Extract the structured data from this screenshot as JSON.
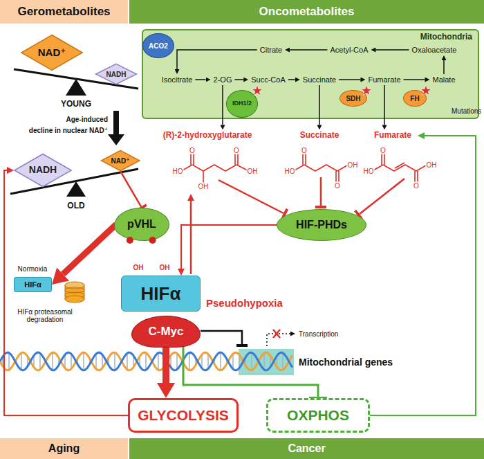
{
  "diagram": {
    "nodes": [
      {
        "text": [
          "Gerometabolites"
        ]
      },
      {
        "text": [
          "Oncometabolites"
        ]
      },
      {
        "text": [
          "Mitochondria"
        ]
      },
      {
        "text": [
          "ACO2"
        ],
        "in": 2
      },
      {
        "text": [
          "IDH1/2"
        ],
        "in": 2
      },
      {
        "text": [
          "SDH"
        ],
        "in": 2
      },
      {
        "text": [
          "FH"
        ],
        "in": 2
      },
      {
        "text": [
          "NAD⁺"
        ]
      },
      {
        "text": [
          "NADH"
        ]
      },
      {
        "text": [
          "NADH"
        ]
      },
      {
        "text": [
          "NAD⁺"
        ]
      },
      {
        "text": [
          "pVHL"
        ]
      },
      {
        "text": [
          "HIF-PHDs"
        ]
      },
      {
        "text": [
          "HIFα"
        ]
      },
      {
        "text": [
          "C-Myc"
        ]
      },
      {
        "text": [
          "HIFα"
        ]
      },
      {
        "text": [
          "GLYCOLYSIS"
        ]
      },
      {
        "text": [
          "OXPHOS"
        ]
      },
      {
        "text": [
          "Aging"
        ]
      },
      {
        "text": [
          "Cancer"
        ]
      }
    ],
    "edges": [
      {
        "from": 10,
        "to": 11,
        "arrow": "to"
      },
      {
        "from": 12,
        "to": 13,
        "arrow": "to"
      },
      {
        "from": 11,
        "to": 15,
        "arrow": "to"
      },
      {
        "from": 14,
        "to": 16,
        "arrow": "to"
      },
      {
        "from": 14,
        "to": 17,
        "arrow": "to"
      },
      {
        "from": 16,
        "to": 9,
        "arrow": "to"
      }
    ],
    "labels": [
      "Citrate",
      "Acetyl-CoA",
      "Oxaloacetate",
      "Isocitrate",
      "2-OG",
      "Succ-CoA",
      "Succinate",
      "Fumarate",
      "Malate",
      "(R)-2-hydroxyglutarate",
      "Succinate",
      "Fumarate",
      "HO",
      "O",
      "OH",
      "O",
      "OH",
      "HO",
      "O",
      "O",
      "OH",
      "HO",
      "O",
      "O",
      "OH",
      "YOUNG",
      "Age-induced",
      "decline in nuclear NAD⁺",
      "OLD",
      "Normoxia",
      "HIFα proteasomal degradation",
      "OH",
      "OH",
      "Pseudohypoxia",
      "Transcription",
      "Mitochondrial genes"
    ],
    "legend": [
      {
        "text": "Mutations"
      }
    ]
  }
}
